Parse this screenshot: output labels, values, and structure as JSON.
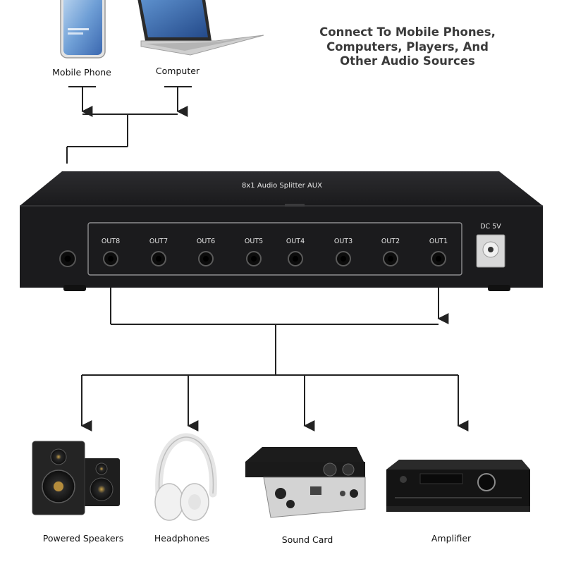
{
  "headline": {
    "lines": [
      "Connect To Mobile Phones,",
      "Computers, Players, And",
      "Other Audio Sources"
    ]
  },
  "sources": [
    {
      "label": "Mobile Phone",
      "icon": "mobile-phone-icon"
    },
    {
      "label": "Computer",
      "icon": "laptop-icon"
    }
  ],
  "device": {
    "title": "8x1 Audio Splitter AUX",
    "ports": [
      "OUT8",
      "OUT7",
      "OUT6",
      "OUT5",
      "OUT4",
      "OUT3",
      "OUT2",
      "OUT1"
    ],
    "power_label": "DC 5V"
  },
  "outputs": [
    {
      "label": "Powered Speakers",
      "icon": "powered-speakers-icon"
    },
    {
      "label": "Headphones",
      "icon": "headphones-icon"
    },
    {
      "label": "Sound Card",
      "icon": "sound-card-icon"
    },
    {
      "label": "Amplifier",
      "icon": "amplifier-icon"
    }
  ],
  "colors": {
    "device_body": "#1c1c1e",
    "connector_line": "#222222",
    "headline": "#3a3a3a"
  }
}
